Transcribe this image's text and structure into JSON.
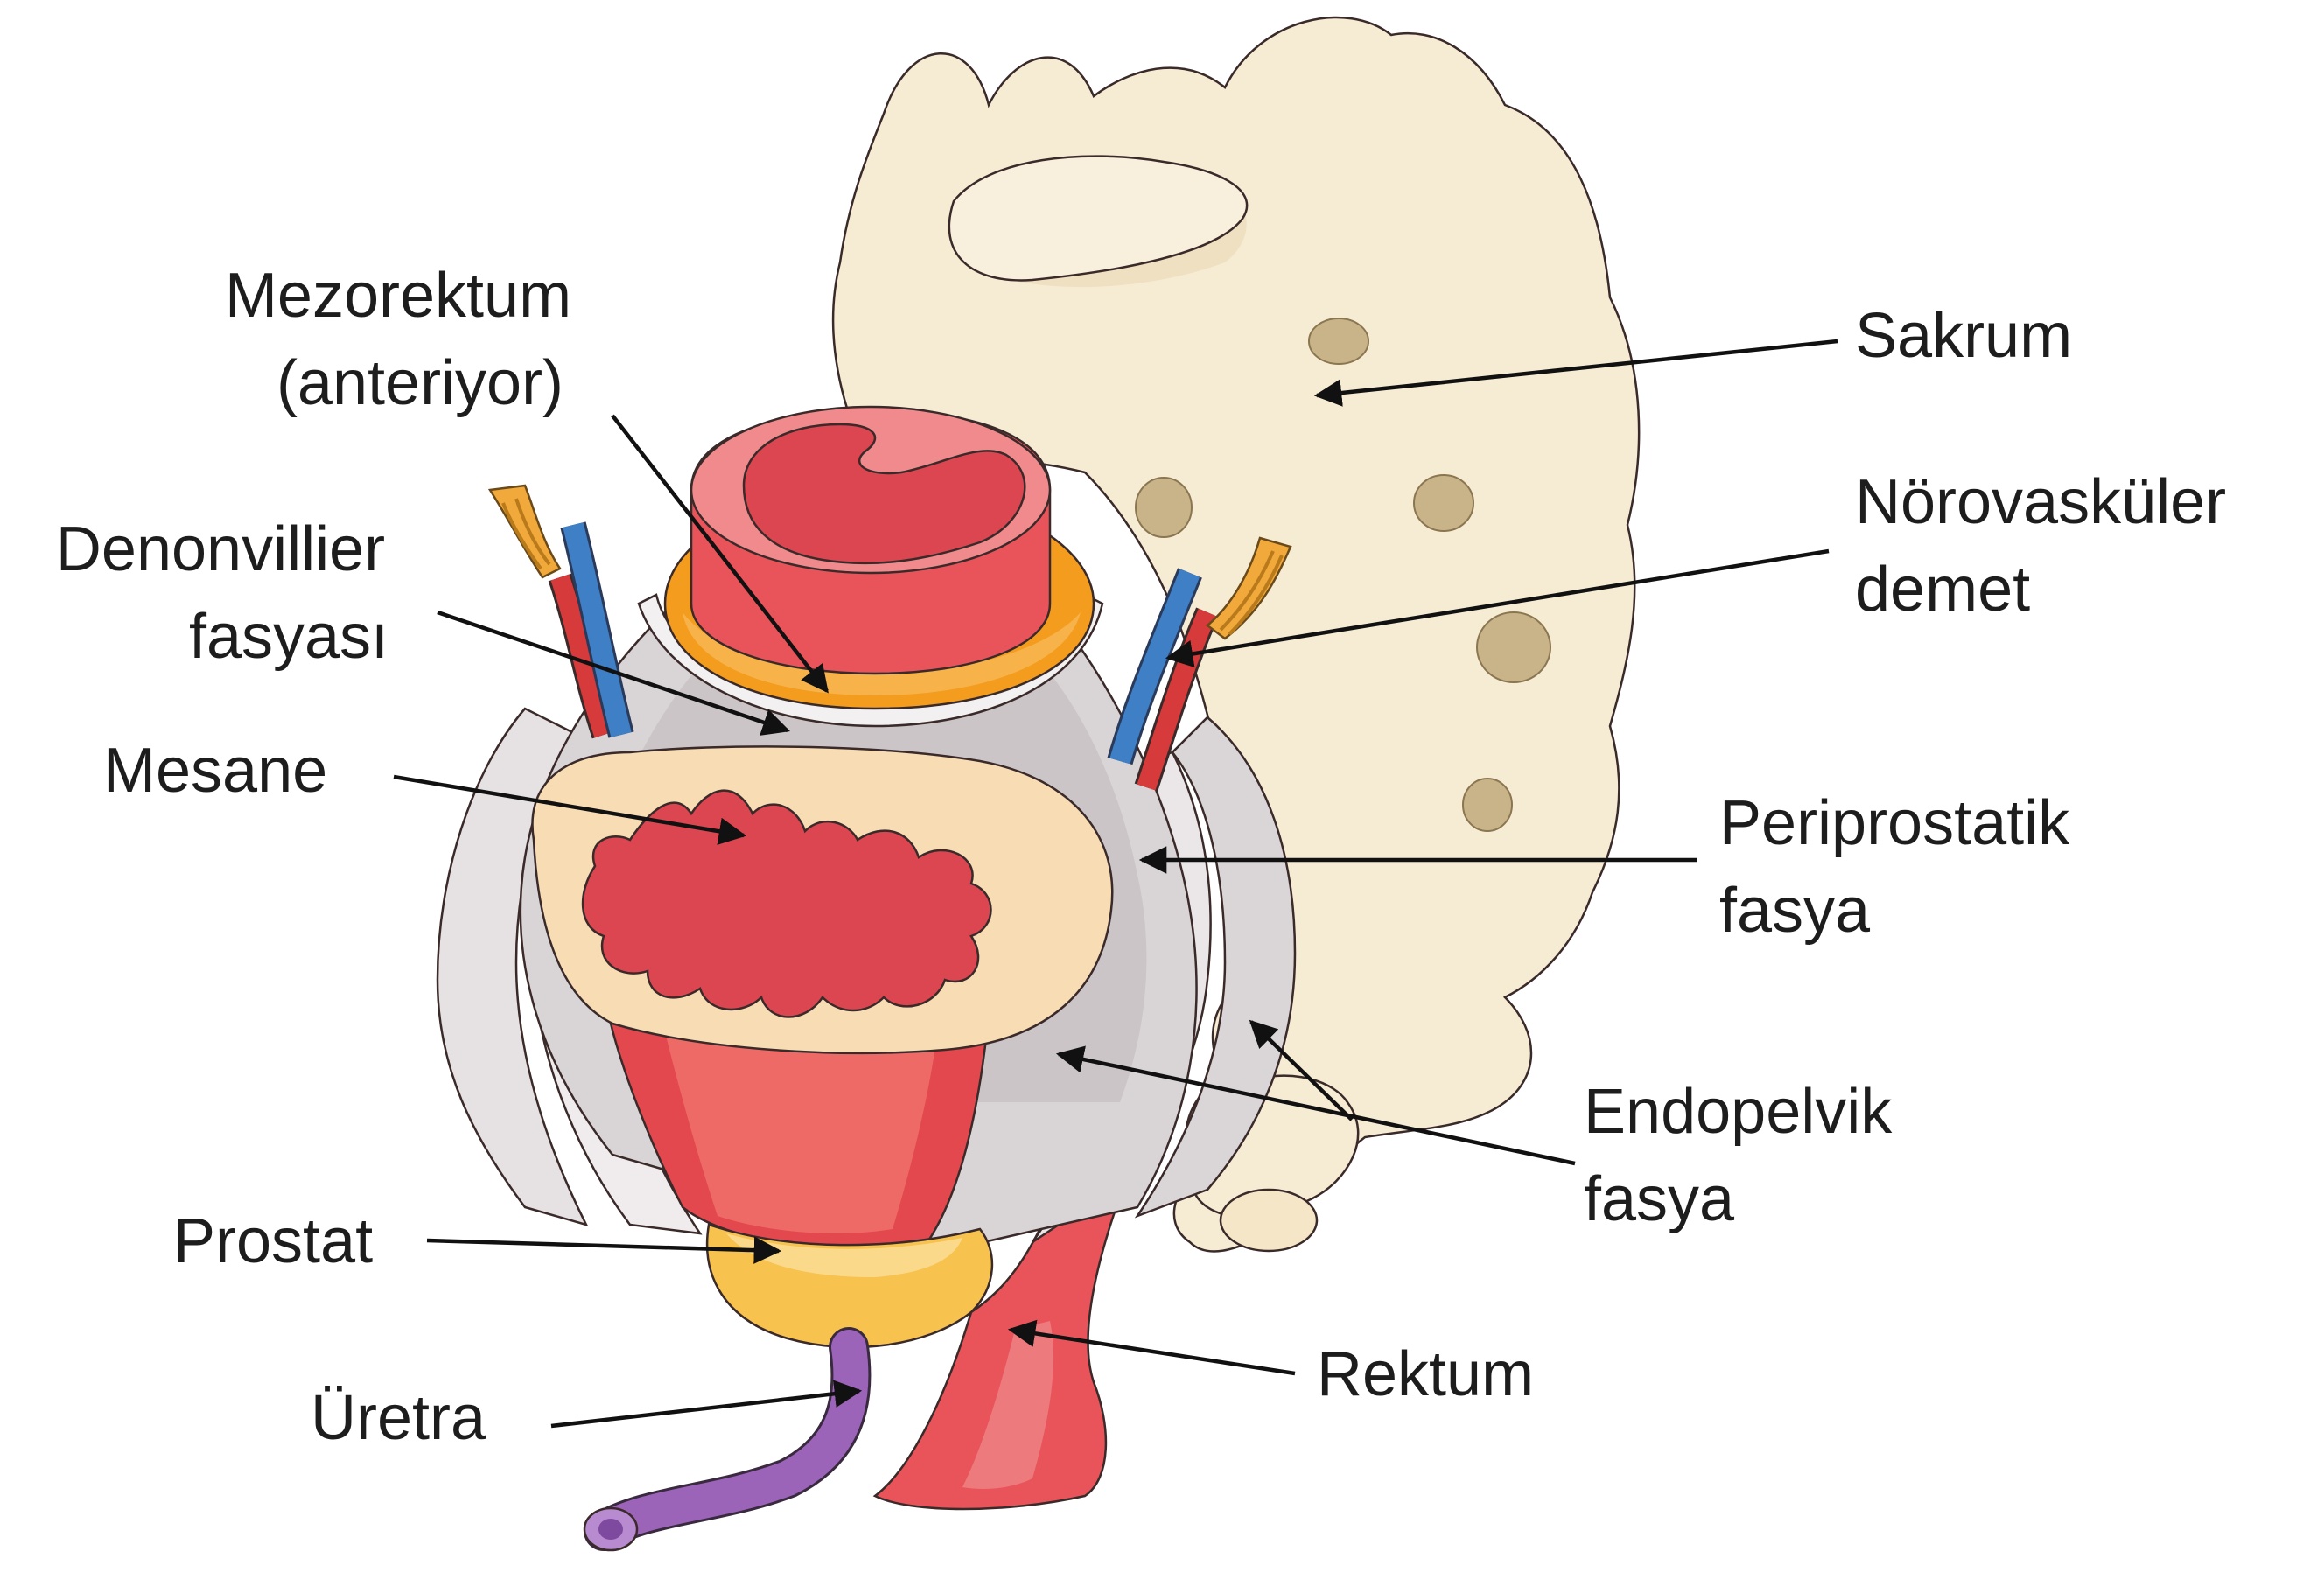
{
  "labels": {
    "mezorektum": [
      "Mezorektum",
      "(anteriyor)"
    ],
    "denonvillier": [
      "Denonvillier",
      "fasyası"
    ],
    "mesane": [
      "Mesane"
    ],
    "prostat": [
      "Prostat"
    ],
    "uretra": [
      "Üretra"
    ],
    "sakrum": [
      "Sakrum"
    ],
    "norovaskuler": [
      "Nörovasküler",
      "demet"
    ],
    "periprostatik": [
      "Periprostatik",
      "fasya"
    ],
    "endopelvik": [
      "Endopelvik",
      "fasya"
    ],
    "rektum": [
      "Rektum"
    ]
  },
  "colors": {
    "bone": "#f6ecd4",
    "bone_shadow": "#e3d2ad",
    "rectum": "#e8545a",
    "rectum_light": "#f08a8c",
    "mesorectum": "#f39c1e",
    "fascia": "#d9d4d6",
    "fascia_light": "#efebec",
    "bladder_wall": "#f8dcb4",
    "bladder_lumen": "#db4650",
    "prostate": "#f7c24d",
    "urethra": "#9b64b8",
    "artery": "#d63a3a",
    "vein": "#3f7fc6",
    "nerve": "#f2a93b"
  }
}
